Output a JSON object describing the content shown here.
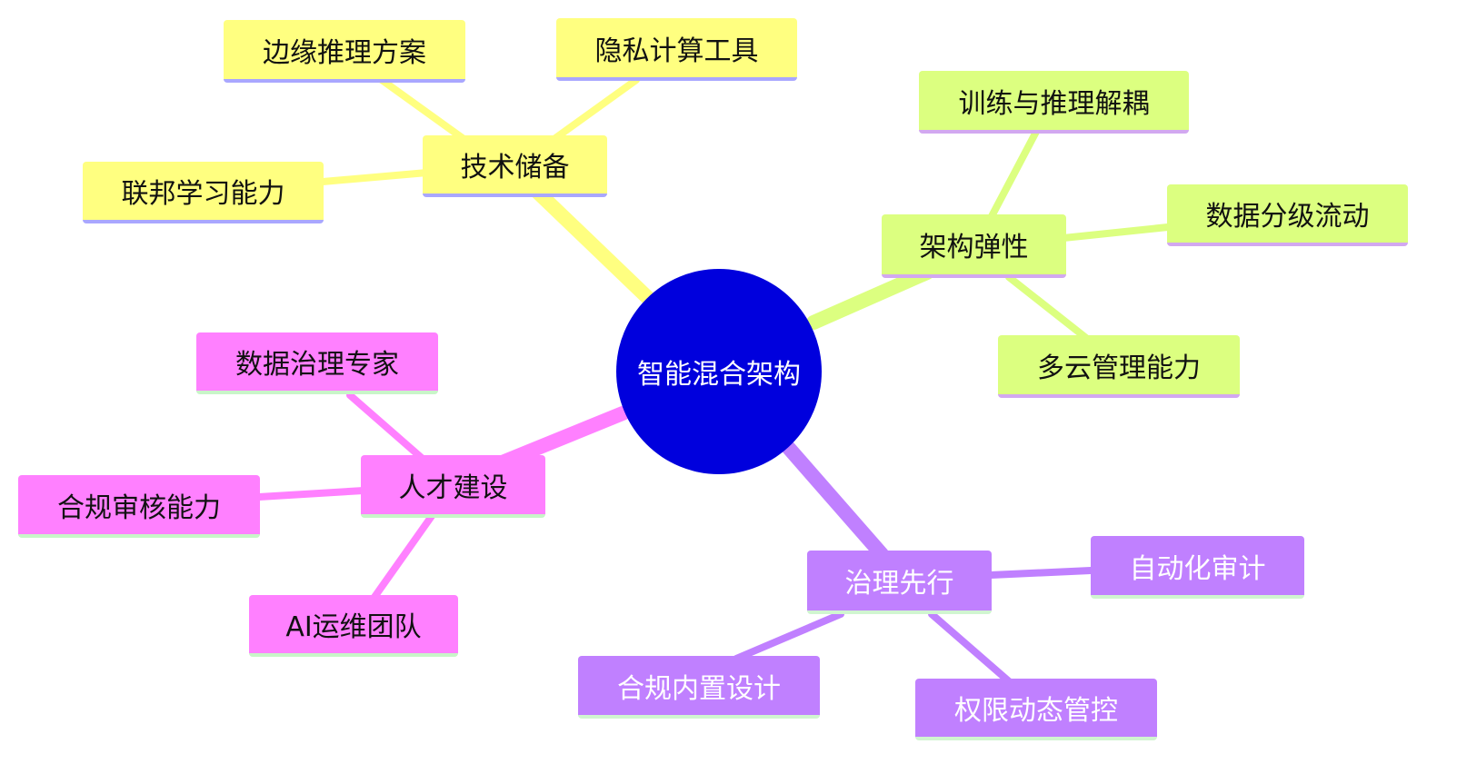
{
  "center": {
    "label": "智能混合架构",
    "color": "#0000dd"
  },
  "branches": [
    {
      "key": "tech",
      "label": "技术储备",
      "color": "#ffff80",
      "children": [
        "边缘推理方案",
        "隐私计算工具",
        "联邦学习能力"
      ]
    },
    {
      "key": "arch",
      "label": "架构弹性",
      "color": "#dcff80",
      "children": [
        "训练与推理解耦",
        "数据分级流动",
        "多云管理能力"
      ]
    },
    {
      "key": "talent",
      "label": "人才建设",
      "color": "#ff80ff",
      "children": [
        "数据治理专家",
        "合规审核能力",
        "AI运维团队"
      ]
    },
    {
      "key": "gov",
      "label": "治理先行",
      "color": "#c080ff",
      "children": [
        "自动化审计",
        "合规内置设计",
        "权限动态管控"
      ]
    }
  ]
}
